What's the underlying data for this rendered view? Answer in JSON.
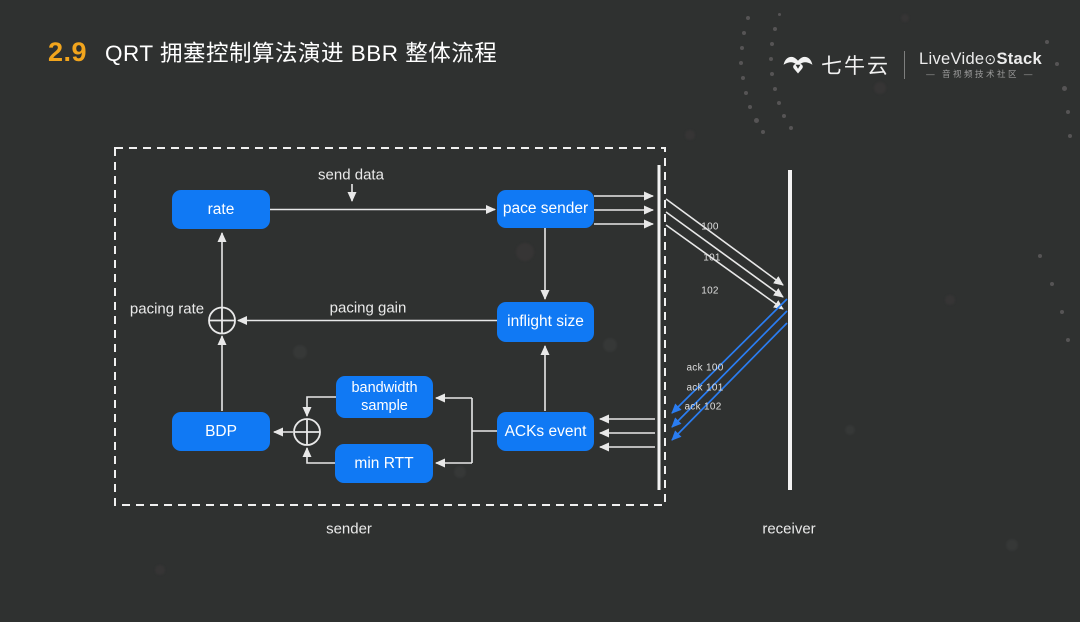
{
  "title": {
    "number": "2.9",
    "text": "QRT 拥塞控制算法演进 BBR 整体流程"
  },
  "logo": {
    "qiniu": "七牛云",
    "lvs_pre": "LiveVide",
    "lvs_dot": "⊙",
    "lvs_bold": "Stack",
    "lvs_sub": "— 音视频技术社区 —"
  },
  "diagram": {
    "nodes": {
      "rate": "rate",
      "pace_sender": "pace sender",
      "inflight_size": "inflight size",
      "bdp": "BDP",
      "bandwidth_sample": [
        "bandwidth",
        "sample"
      ],
      "min_rtt": "min RTT",
      "acks_event": "ACKs event"
    },
    "edge_labels": {
      "send_data": "send data",
      "pacing_rate": "pacing rate",
      "pacing_gain": "pacing gain"
    },
    "lane_labels": {
      "sender": "sender",
      "receiver": "receiver"
    },
    "packet_labels": [
      "100",
      "101",
      "102"
    ],
    "ack_labels": [
      "ack 100",
      "ack 101",
      "ack 102"
    ],
    "colors": {
      "node_blue": "#1079f4",
      "line_white": "#e8e8e8",
      "ack_blue": "#2a7df2",
      "accent_orange": "#f2a51d",
      "background": "#2f3130"
    }
  }
}
